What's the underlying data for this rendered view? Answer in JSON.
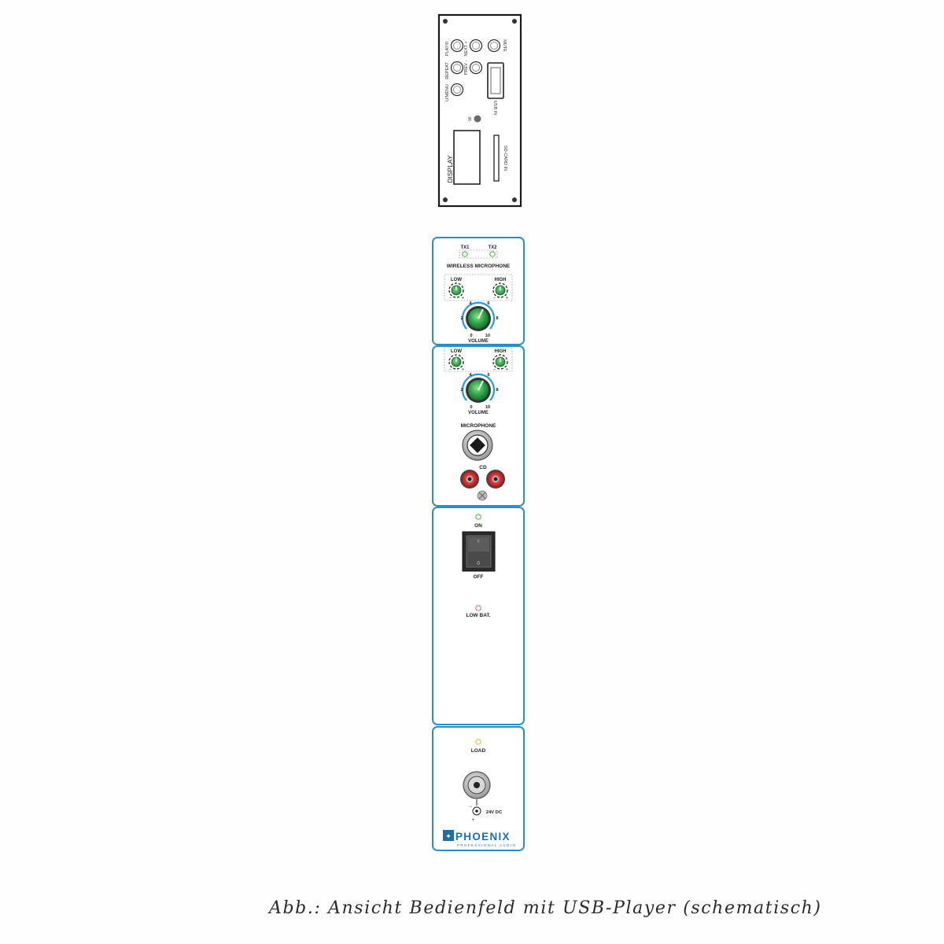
{
  "usb_player": {
    "buttons": {
      "play": "PLAY/II",
      "next": "NEXT +",
      "mute": "MUTE",
      "repeat": "REPEAT",
      "prev": "PREV -",
      "mode": "U/MENU"
    },
    "usb_in": "USB IN",
    "ir": "IR",
    "display": "DISPLAY",
    "sd_card": "SD-CARD IN"
  },
  "wireless_section": {
    "tx1": "TX1",
    "tx2": "TX2",
    "title": "WIRELESS MICROPHONE",
    "low": "LOW",
    "high": "HIGH",
    "volume": "VOLUME",
    "scale": [
      "0",
      "2",
      "4",
      "6",
      "8",
      "10"
    ]
  },
  "mic_section": {
    "low": "LOW",
    "high": "HIGH",
    "volume": "VOLUME",
    "scale": [
      "0",
      "2",
      "4",
      "6",
      "8",
      "10"
    ],
    "microphone": "MICROPHONE",
    "cd": "CD"
  },
  "power_section": {
    "on": "ON",
    "off": "OFF",
    "switch_on_mark": "I",
    "switch_off_mark": "0",
    "low_bat": "LOW BAT."
  },
  "charge_section": {
    "load": "LOAD",
    "dc": "24V DC",
    "brand": "PHOENIX",
    "brand_sub": "PROFESSIONAL AUDIO"
  },
  "caption": "Abb.: Ansicht Bedienfeld mit USB-Player (schematisch)",
  "colors": {
    "panel_border": "#2a8fc8",
    "knob_green": "#2ea84a",
    "rca_red": "#d42a2a",
    "led_green": "#5bbf4a",
    "led_red": "#e07a7a",
    "led_yellow": "#e0c640",
    "brand_blue": "#1f6fa8"
  }
}
